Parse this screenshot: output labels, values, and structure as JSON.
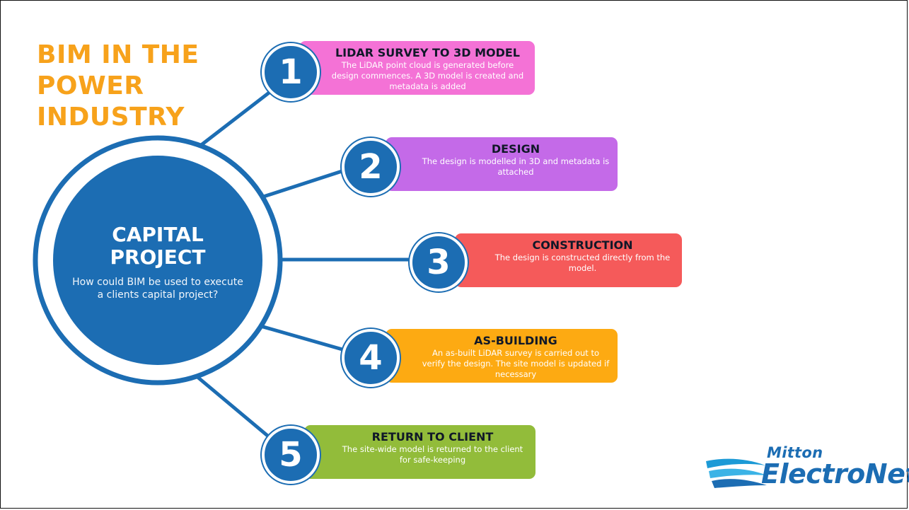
{
  "title_lines": [
    "BIM IN THE",
    "POWER",
    "INDUSTRY"
  ],
  "hub": {
    "title_lines": [
      "CAPITAL",
      "PROJECT"
    ],
    "subtitle": "How could BIM be used to execute a clients capital project?"
  },
  "steps": [
    {
      "number": "1",
      "title": "LIDAR SURVEY TO 3D MODEL",
      "description": "The LiDAR point cloud is generated before design commences. A 3D model is created and metadata is added",
      "color": "#f472d6"
    },
    {
      "number": "2",
      "title": "DESIGN",
      "description": "The design is modelled in 3D and metadata is attached",
      "color": "#c46ae8"
    },
    {
      "number": "3",
      "title": "CONSTRUCTION",
      "description": "The design is constructed directly from the model.",
      "color": "#f55a5a"
    },
    {
      "number": "4",
      "title": "AS-BUILDING",
      "description": "An as-built LiDAR survey is carried out to verify the design. The site model is updated if necessary",
      "color": "#fdaa12"
    },
    {
      "number": "5",
      "title": "RETURN TO CLIENT",
      "description": "The site-wide model is returned to the client for safe-keeping",
      "color": "#92bc3a"
    }
  ],
  "logo": {
    "line1": "Mitton",
    "line2": "ElectroNet"
  },
  "colors": {
    "accent": "#f7a21b",
    "primary": "#1c6db3"
  }
}
